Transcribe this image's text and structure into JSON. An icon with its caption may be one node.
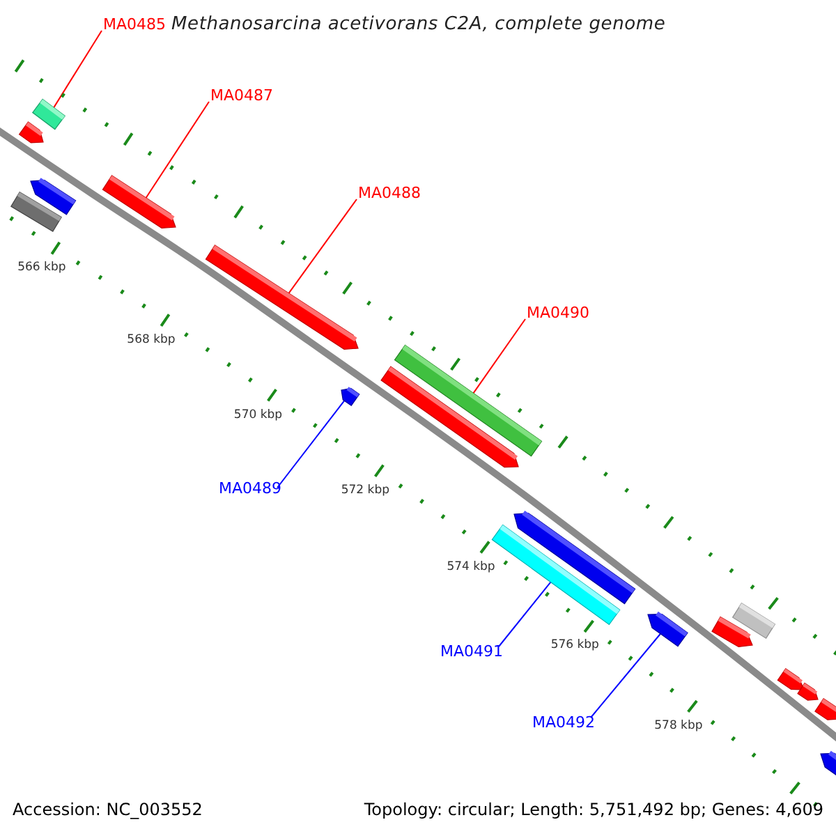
{
  "diagram": {
    "title": "Methanosarcina acetivorans C2A, complete genome",
    "nodes": [
      {
        "text": [
          "MA0485"
        ]
      },
      {
        "text": [
          "MA0487"
        ]
      },
      {
        "text": [
          "MA0488"
        ]
      },
      {
        "text": [
          "MA0490"
        ]
      },
      {
        "text": [
          "MA0489"
        ]
      },
      {
        "text": [
          "MA0491"
        ]
      },
      {
        "text": [
          "MA0492"
        ]
      },
      {
        "text": [],
        "shape": "bar"
      },
      {
        "text": [],
        "shape": "pentagon"
      },
      {
        "text": [],
        "shape": "pentagon"
      },
      {
        "text": [],
        "shape": "bar"
      },
      {
        "text": [],
        "shape": "pentagon"
      },
      {
        "text": [],
        "shape": "pentagon"
      },
      {
        "text": [],
        "shape": "pentagon"
      },
      {
        "text": [],
        "shape": "bar"
      },
      {
        "text": [],
        "shape": "pentagon"
      },
      {
        "text": [],
        "shape": "pentagon"
      },
      {
        "text": [],
        "shape": "bar"
      },
      {
        "text": [],
        "shape": "pentagon"
      },
      {
        "text": [],
        "shape": "bar"
      },
      {
        "text": [],
        "shape": "pentagon"
      },
      {
        "text": [],
        "shape": "pentagon"
      },
      {
        "text": [],
        "shape": "pentagon"
      },
      {
        "text": [],
        "shape": "pentagon"
      },
      {
        "text": [],
        "shape": "pentagon"
      }
    ],
    "edges": [
      {
        "from": 0,
        "to": 7,
        "arrow": "none"
      },
      {
        "from": 1,
        "to": 11,
        "arrow": "none"
      },
      {
        "from": 2,
        "to": 12,
        "arrow": "none"
      },
      {
        "from": 3,
        "to": 14,
        "arrow": "none"
      },
      {
        "from": 4,
        "to": 13,
        "arrow": "none",
        "color": "#0000ff"
      },
      {
        "from": 5,
        "to": 17,
        "arrow": "none",
        "color": "#0000ff"
      },
      {
        "from": 6,
        "to": 18,
        "arrow": "none",
        "color": "#0000ff"
      }
    ],
    "labels": [
      "566 kbp",
      "568 kbp",
      "570 kbp",
      "572 kbp",
      "574 kbp",
      "576 kbp",
      "578 kbp",
      "Accession: NC_003552",
      "Topology: circular; Length: 5,751,492 bp; Genes: 4,609"
    ]
  }
}
